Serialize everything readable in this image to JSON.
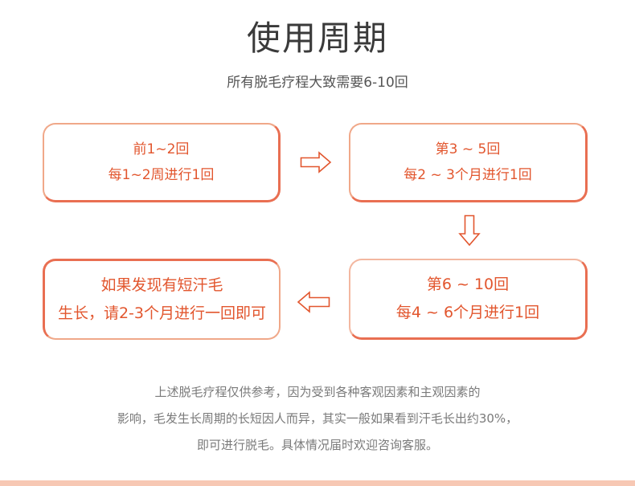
{
  "title": "使用周期",
  "subtitle": "所有脱毛疗程大致需要6-10回",
  "colors": {
    "accent": "#e2562e",
    "border": "#e96f52",
    "arrow": "#e2562e",
    "bottom_bar": "#f7c8b4"
  },
  "steps": [
    {
      "line1": "前1~2回",
      "line2": "每1~2周进行1回"
    },
    {
      "line1": "第3 ~ 5回",
      "line2": "每2 ~ 3个月进行1回"
    },
    {
      "line1": "第6 ~ 10回",
      "line2": "每4 ~ 6个月进行1回"
    },
    {
      "line1": "如果发现有短汗毛",
      "line2": "生长，请2-3个月进行一回即可"
    }
  ],
  "arrows": [
    "arrow-right-icon",
    "arrow-down-icon",
    "arrow-left-icon"
  ],
  "notes": [
    "上述脱毛疗程仅供参考，因为受到各种客观因素和主观因素的",
    "影响，毛发生长周期的长短因人而异，其实一般如果看到汗毛长出约30%，",
    "即可进行脱毛。具体情况届时欢迎咨询客服。"
  ]
}
